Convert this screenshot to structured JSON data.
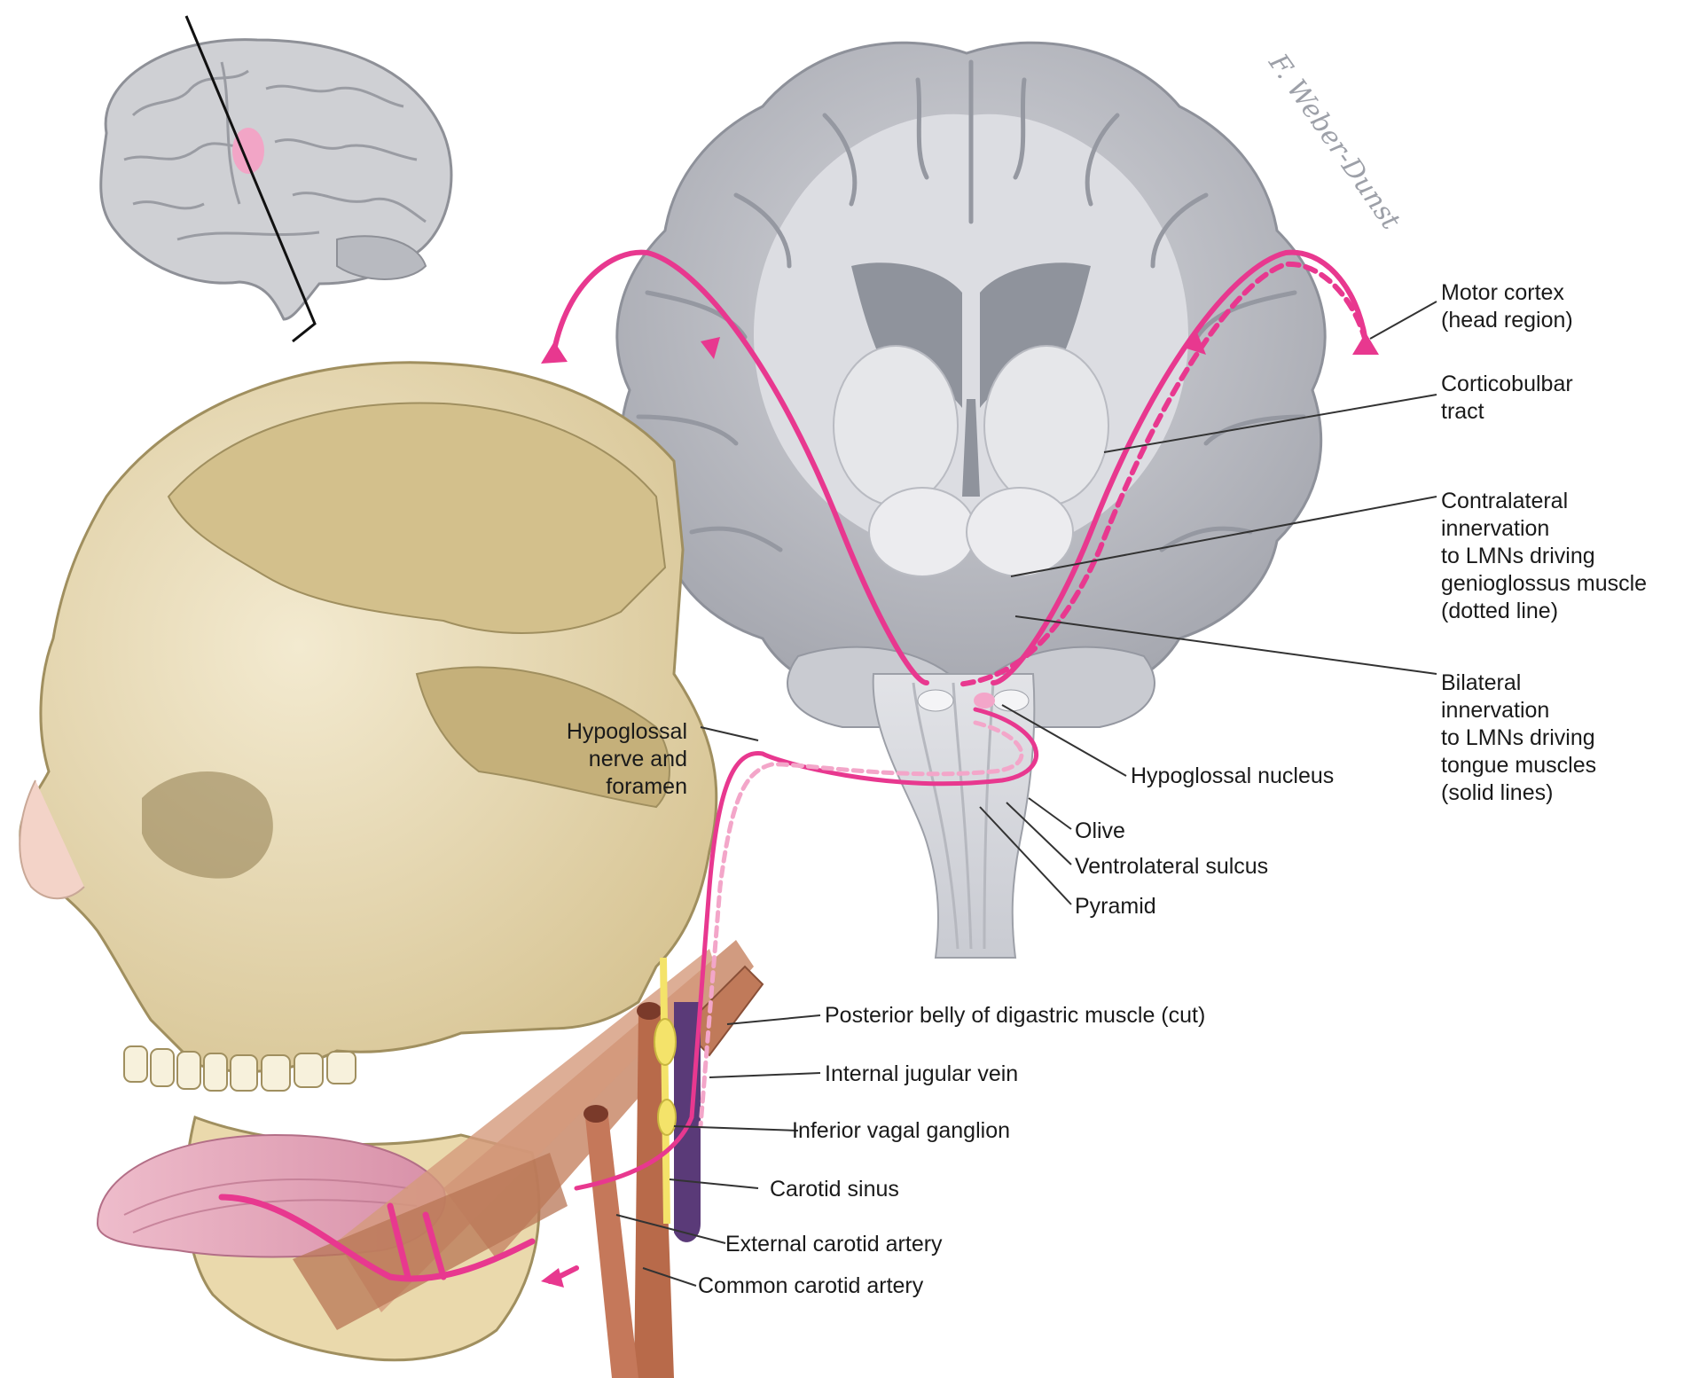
{
  "signature": "F. Weber-Dunst",
  "colors": {
    "tract": "#e8388f",
    "tract_light": "#f3a6c9",
    "brain_grey": "#b7b9c0",
    "brain_dark": "#8e919a",
    "white_matter": "#dcdde2",
    "skull": "#e9dcb6",
    "skull_shadow": "#c9b88a",
    "muscle": "#c98a6a",
    "artery": "#b86a4a",
    "vein": "#5a3a78",
    "nerve_yellow": "#f4e36a",
    "label_line": "#333333"
  },
  "labels": {
    "motor_cortex": "Motor cortex\n(head region)",
    "corticobulbar": "Corticobulbar\ntract",
    "contralateral": "Contralateral\ninnervation\nto LMNs driving\ngenioglossus muscle\n(dotted line)",
    "bilateral": "Bilateral\ninnervation\nto LMNs driving\ntongue muscles\n(solid lines)",
    "hypoglossal_nucleus": "Hypoglossal nucleus",
    "olive": "Olive",
    "ventrolateral_sulcus": "Ventrolateral sulcus",
    "pyramid": "Pyramid",
    "hypoglossal_nerve": "Hypoglossal\nnerve and\nforamen",
    "digastric": "Posterior belly of digastric muscle (cut)",
    "jugular": "Internal jugular vein",
    "vagal": "Inferior vagal ganglion",
    "carotid_sinus": "Carotid sinus",
    "external_carotid": "External carotid artery",
    "common_carotid": "Common carotid artery"
  }
}
